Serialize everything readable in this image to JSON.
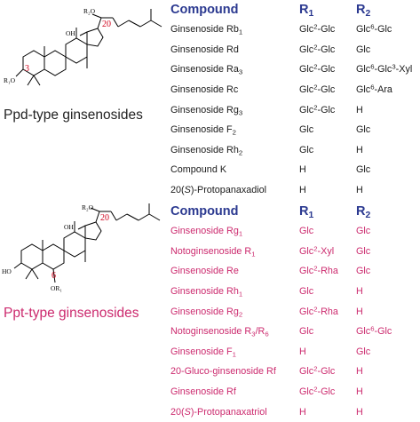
{
  "ppd": {
    "label": "Ppd-type ginsenosides",
    "structure": {
      "r2o": "R₂O",
      "oh": "OH",
      "r1o": "R₁O",
      "c20": "20",
      "c3": "3"
    },
    "header": [
      "Compound",
      "R1",
      "R2"
    ],
    "rows": [
      {
        "name": "Ginsenoside Rb<sub>1</sub>",
        "r1": "Glc<sup>2</sup>-Glc",
        "r2": "Glc<sup>6</sup>-Glc"
      },
      {
        "name": "Ginsenoside Rd",
        "r1": "Glc<sup>2</sup>-Glc",
        "r2": "Glc"
      },
      {
        "name": "Ginsenoside Ra<sub>3</sub>",
        "r1": "Glc<sup>2</sup>-Glc",
        "r2": "Glc<sup>6</sup>-Glc<sup>3</sup>-Xyl"
      },
      {
        "name": "Ginsenoside Rc",
        "r1": "Glc<sup>2</sup>-Glc",
        "r2": "Glc<sup>6</sup>-Ara"
      },
      {
        "name": "Ginsenoside Rg<sub>3</sub>",
        "r1": "Glc<sup>2</sup>-Glc",
        "r2": "H"
      },
      {
        "name": "Ginsenoside F<sub>2</sub>",
        "r1": "Glc",
        "r2": "Glc"
      },
      {
        "name": "Ginsenoside Rh<sub>2</sub>",
        "r1": "Glc",
        "r2": "H"
      },
      {
        "name": "Compound K",
        "r1": "H",
        "r2": "Glc"
      },
      {
        "name": "20(<i>S</i>)-Protopanaxadiol",
        "r1": "H",
        "r2": "H"
      }
    ]
  },
  "ppt": {
    "label": "Ppt-type ginsenosides",
    "structure": {
      "r2o": "R₂O",
      "oh": "OH",
      "ho": "HO",
      "or1": "OR₁",
      "c20": "20",
      "c6": "6"
    },
    "header": [
      "Compound",
      "R1",
      "R2"
    ],
    "rows": [
      {
        "name": "Ginsenoside Rg<sub>1</sub>",
        "r1": "Glc",
        "r2": "Glc"
      },
      {
        "name": "Notoginsenoside R<sub>1</sub>",
        "r1": "Glc<sup>2</sup>-Xyl",
        "r2": "Glc"
      },
      {
        "name": "Ginsenoside Re",
        "r1": "Glc<sup>2</sup>-Rha",
        "r2": "Glc"
      },
      {
        "name": "Ginsenoside Rh<sub>1</sub>",
        "r1": "Glc",
        "r2": "H"
      },
      {
        "name": "Ginsenoside Rg<sub>2</sub>",
        "r1": "Glc<sup>2</sup>-Rha",
        "r2": "H"
      },
      {
        "name": "Notoginsenoside R<sub>3</sub>/R<sub>6</sub>",
        "r1": "Glc",
        "r2": "Glc<sup>6</sup>-Glc"
      },
      {
        "name": "Ginsenoside F<sub>1</sub>",
        "r1": "H",
        "r2": "Glc"
      },
      {
        "name": "20-Gluco-ginsenoside Rf",
        "r1": "Glc<sup>2</sup>-Glc",
        "r2": "H"
      },
      {
        "name": "Ginsenoside Rf",
        "r1": "Glc<sup>2</sup>-Glc",
        "r2": "H"
      },
      {
        "name": "20(<i>S</i>)-Protopanaxatriol",
        "r1": "H",
        "r2": "H"
      }
    ]
  }
}
